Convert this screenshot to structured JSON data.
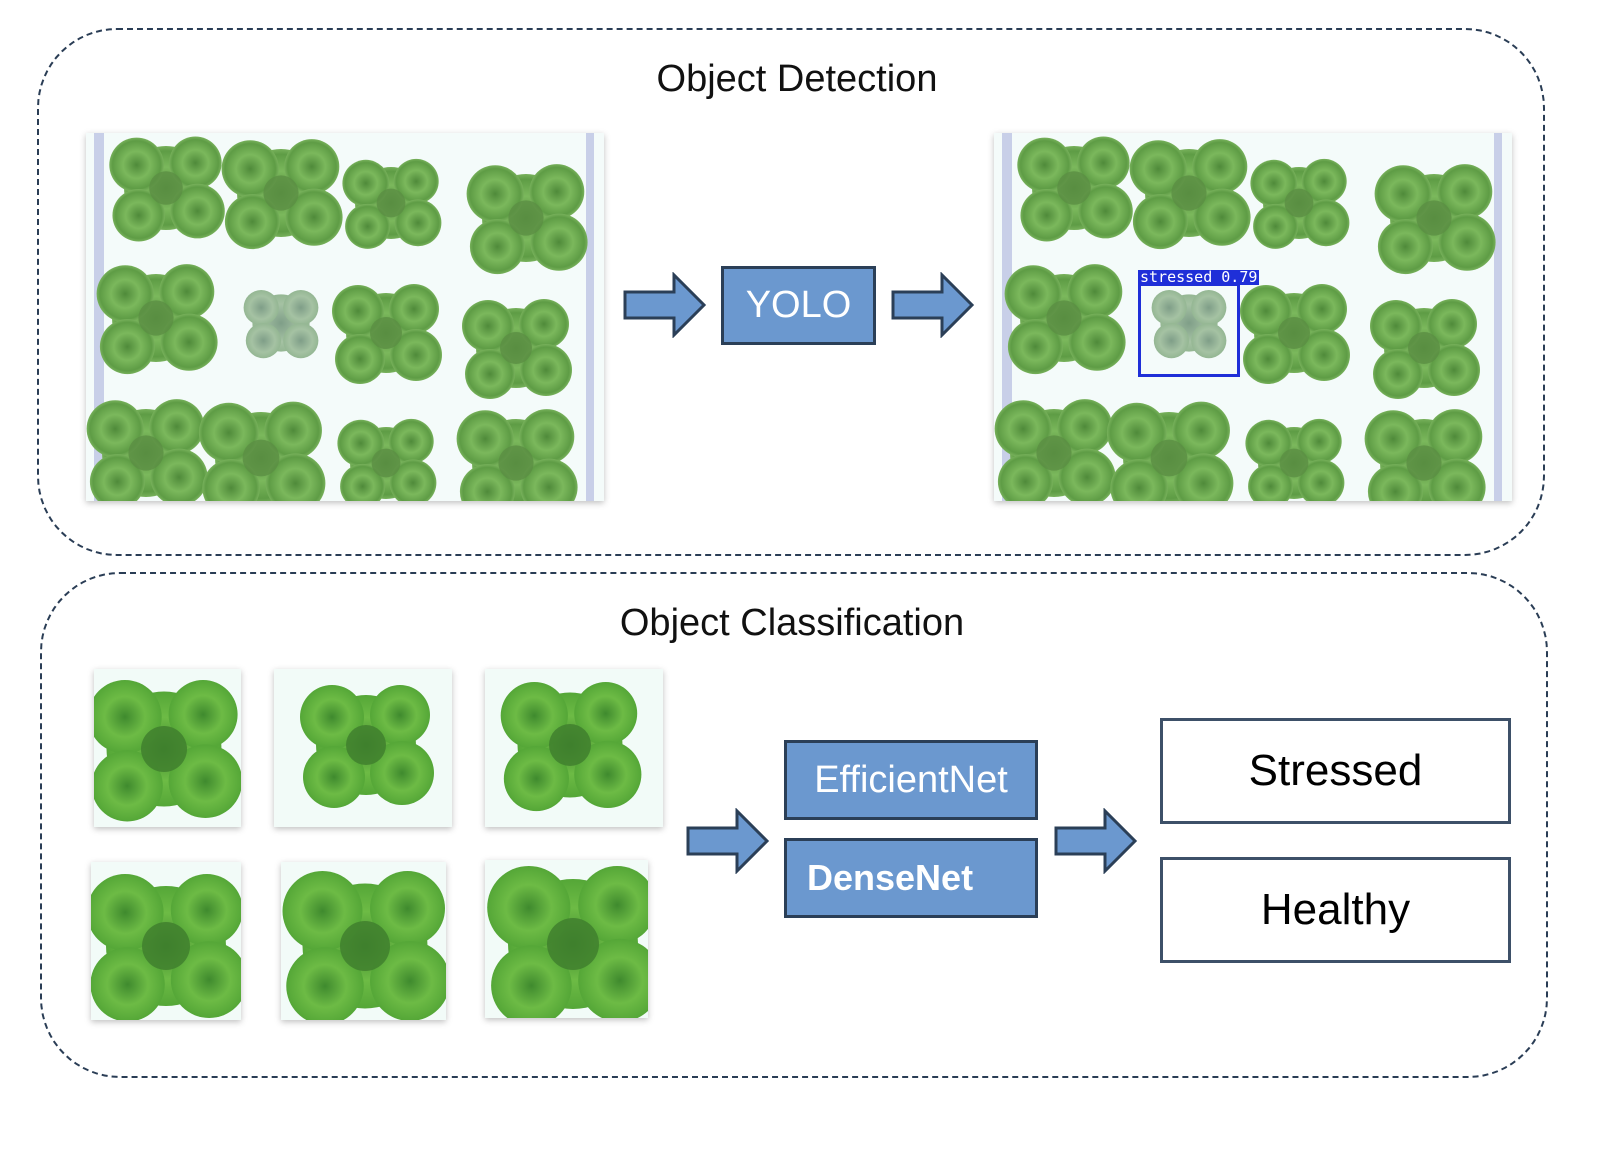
{
  "detection": {
    "title": "Object Detection",
    "model_label": "YOLO",
    "detection_label": "stressed 0.79",
    "input_image": "greenhouse-lettuce-photo",
    "output_image": "greenhouse-lettuce-photo-with-detection"
  },
  "classification": {
    "title": "Object Classification",
    "models": [
      {
        "label": "EfficientNet"
      },
      {
        "label": "DenseNet"
      }
    ],
    "classes": [
      {
        "label": "Stressed"
      },
      {
        "label": "Healthy"
      }
    ],
    "crops": [
      "lettuce-crop-1",
      "lettuce-crop-2",
      "lettuce-crop-3",
      "lettuce-crop-4",
      "lettuce-crop-5",
      "lettuce-crop-6"
    ]
  },
  "colors": {
    "box_fill": "#6b98cf",
    "box_border": "#2b3f57",
    "dash": "#2a3d55",
    "detection": "#1f2fd8",
    "leaf": "#6fae4f"
  }
}
